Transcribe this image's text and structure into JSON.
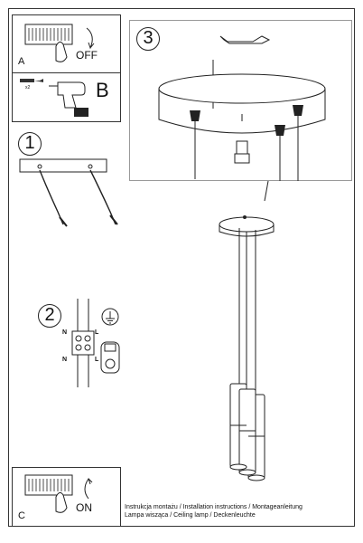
{
  "steps": {
    "a": {
      "letter": "A",
      "state": "OFF"
    },
    "b": {
      "letter": "B"
    },
    "c": {
      "letter": "C",
      "state": "ON"
    },
    "one": {
      "number": "1"
    },
    "two": {
      "number": "2"
    },
    "three": {
      "number": "3"
    }
  },
  "wiring": {
    "top_n": "N",
    "top_l": "L",
    "bottom_n": "N",
    "bottom_l": "L",
    "screw_label": "x2"
  },
  "footer": {
    "line1": "Instrukcja montażu / Installation instructions / Montageanleitung",
    "line2": "Lampa wisząca / Ceiling lamp / Deckenleuchte"
  },
  "icons": [
    "breaker-icon",
    "drill-icon",
    "ground-icon",
    "pendant-lamp-illustration"
  ]
}
